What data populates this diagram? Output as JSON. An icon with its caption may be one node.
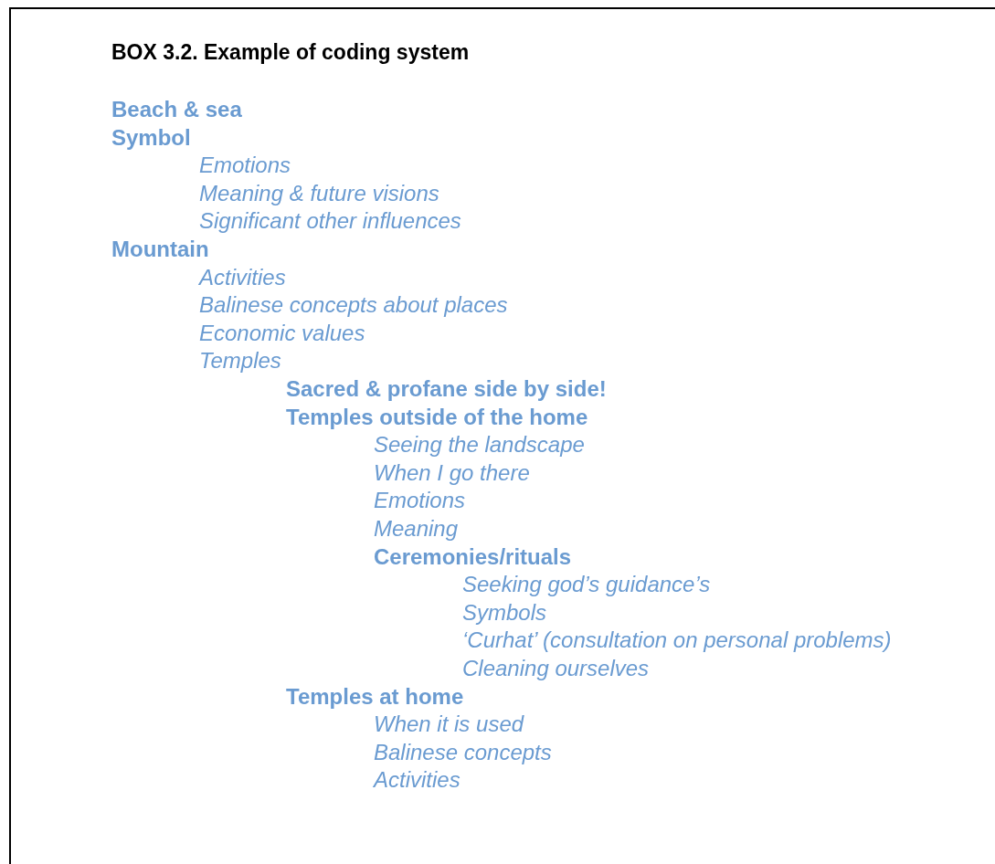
{
  "diagram": {
    "title": "BOX 3.2. Example of coding system",
    "labels": [
      "Beach & sea",
      "Symbol",
      "Emotions",
      "Meaning & future visions",
      "Significant other influences",
      "Mountain",
      "Activities",
      "Balinese concepts about places",
      "Economic values",
      "Temples",
      "Sacred & profane side by side!",
      "Temples outside of the home",
      "Seeing the landscape",
      "When I go there",
      "Emotions",
      "Meaning",
      "Ceremonies/rituals",
      "Seeking god’s guidance’s",
      "Symbols",
      "‘Curhat’ (consultation on personal problems)",
      "Cleaning ourselves",
      "Temples at home",
      "When it is used",
      "Balinese concepts",
      "Activities"
    ]
  }
}
